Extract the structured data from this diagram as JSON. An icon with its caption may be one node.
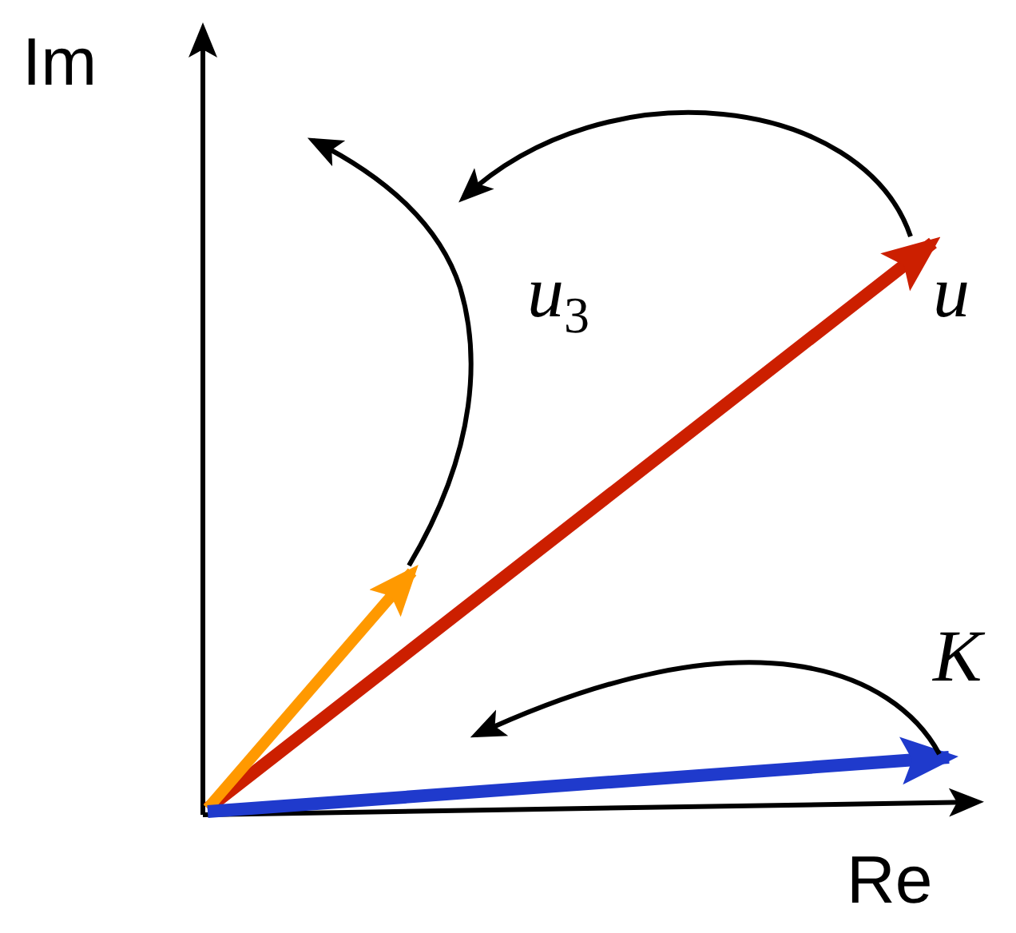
{
  "diagram": {
    "labels": [
      "Im",
      "Re",
      "u$_{3}$",
      "u",
      "K"
    ]
  }
}
